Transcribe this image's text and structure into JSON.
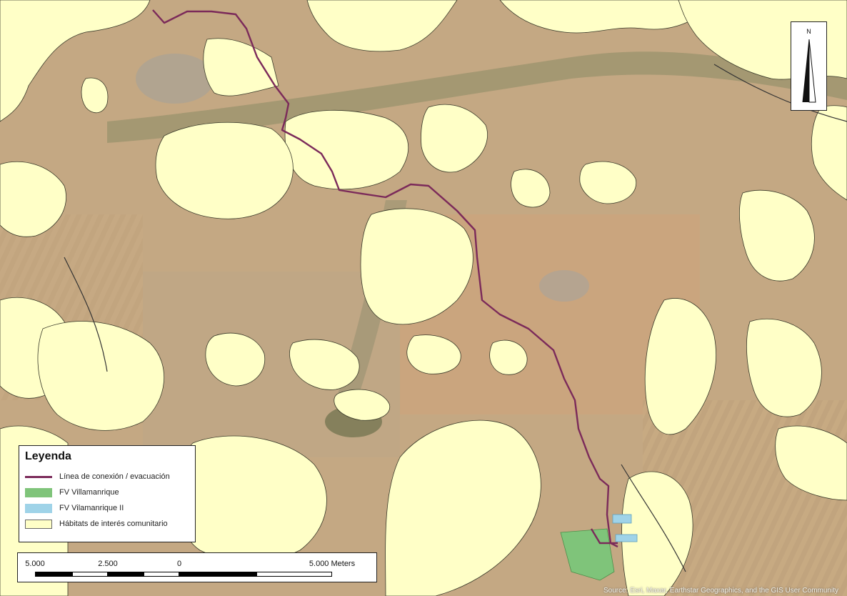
{
  "map": {
    "north_label": "N",
    "route_color": "#7b2a5a",
    "habitat_color": "#ffffc7",
    "plant1_color": "#7fc47a",
    "plant2_color": "#9fd3e8"
  },
  "legend": {
    "title": "Leyenda",
    "items": [
      {
        "label": "Línea de conexión / evacuación",
        "kind": "line",
        "color": "#7b2a5a"
      },
      {
        "label": "FV Villamanrique",
        "kind": "box",
        "color": "#7fc47a"
      },
      {
        "label": "FV Vilamanrique II",
        "kind": "box",
        "color": "#9fd3e8"
      },
      {
        "label": "Hábitats de interés comunitario",
        "kind": "box",
        "color": "#ffffc7"
      }
    ]
  },
  "scalebar": {
    "labels": [
      "5.000",
      "2.500",
      "0",
      "5.000 Meters"
    ]
  },
  "attribution": "Source: Esri, Maxar, Earthstar Geographics, and the GIS User Community"
}
